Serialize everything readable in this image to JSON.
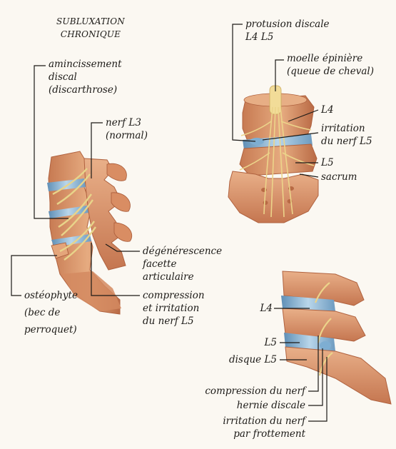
{
  "panel_left": {
    "title_line1": "SUBLUXATION",
    "title_line2": "CHRONIQUE",
    "amincissement_1": "amincissement",
    "amincissement_2": "discal",
    "amincissement_3": "(discarthrose)",
    "nerf_l3_1": "nerf L3",
    "nerf_l3_2": "(normal)",
    "degen_1": "dégénérescence",
    "degen_2": "facette",
    "degen_3": "articulaire",
    "compress_1": "compression",
    "compress_2": "et irritation",
    "compress_3": "du nerf L5",
    "osteo_1": "ostéophyte",
    "osteo_2": "(bec de",
    "osteo_3": "perroquet)"
  },
  "panel_top_right": {
    "protusion_1": "protusion discale",
    "protusion_2": "L4 L5",
    "moelle_1": "moelle épinière",
    "moelle_2": "(queue de cheval)",
    "l4": "L4",
    "irritation_1": "irritation",
    "irritation_2": "du nerf L5",
    "l5": "L5",
    "sacrum": "sacrum"
  },
  "panel_bottom_right": {
    "l4": "L4",
    "l5": "L5",
    "disque": "disque L5",
    "compression": "compression du nerf",
    "hernie": "hernie discale",
    "irritation_1": "irritation du nerf",
    "irritation_2": "par frottement"
  },
  "colors": {
    "background": "#fbf8f2",
    "bone": "#dd9c72",
    "bone_dark": "#b86c48",
    "disc": "#8ab8d8",
    "nerve": "#f0e09a",
    "leader": "#1c1a17"
  }
}
